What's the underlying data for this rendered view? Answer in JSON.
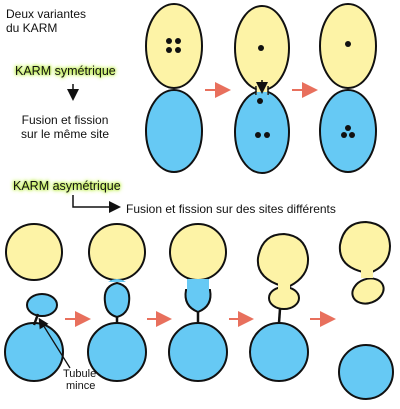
{
  "title_lines": [
    "Deux variantes",
    "du KARM"
  ],
  "symmetric": {
    "label": "KARM symétrique",
    "description_lines": [
      "Fusion et fission",
      "sur le même site"
    ]
  },
  "asymmetric": {
    "label": "KARM asymétrique",
    "description": "Fusion et fission sur des sites différents"
  },
  "tubule_label_lines": [
    "Tubule",
    "mince"
  ],
  "colors": {
    "yellow_cell": "#fdf3a6",
    "blue_cell": "#66c9f4",
    "outline": "#111111",
    "arrow": "#e8705d",
    "highlight_glow": "#b7ea3a"
  }
}
